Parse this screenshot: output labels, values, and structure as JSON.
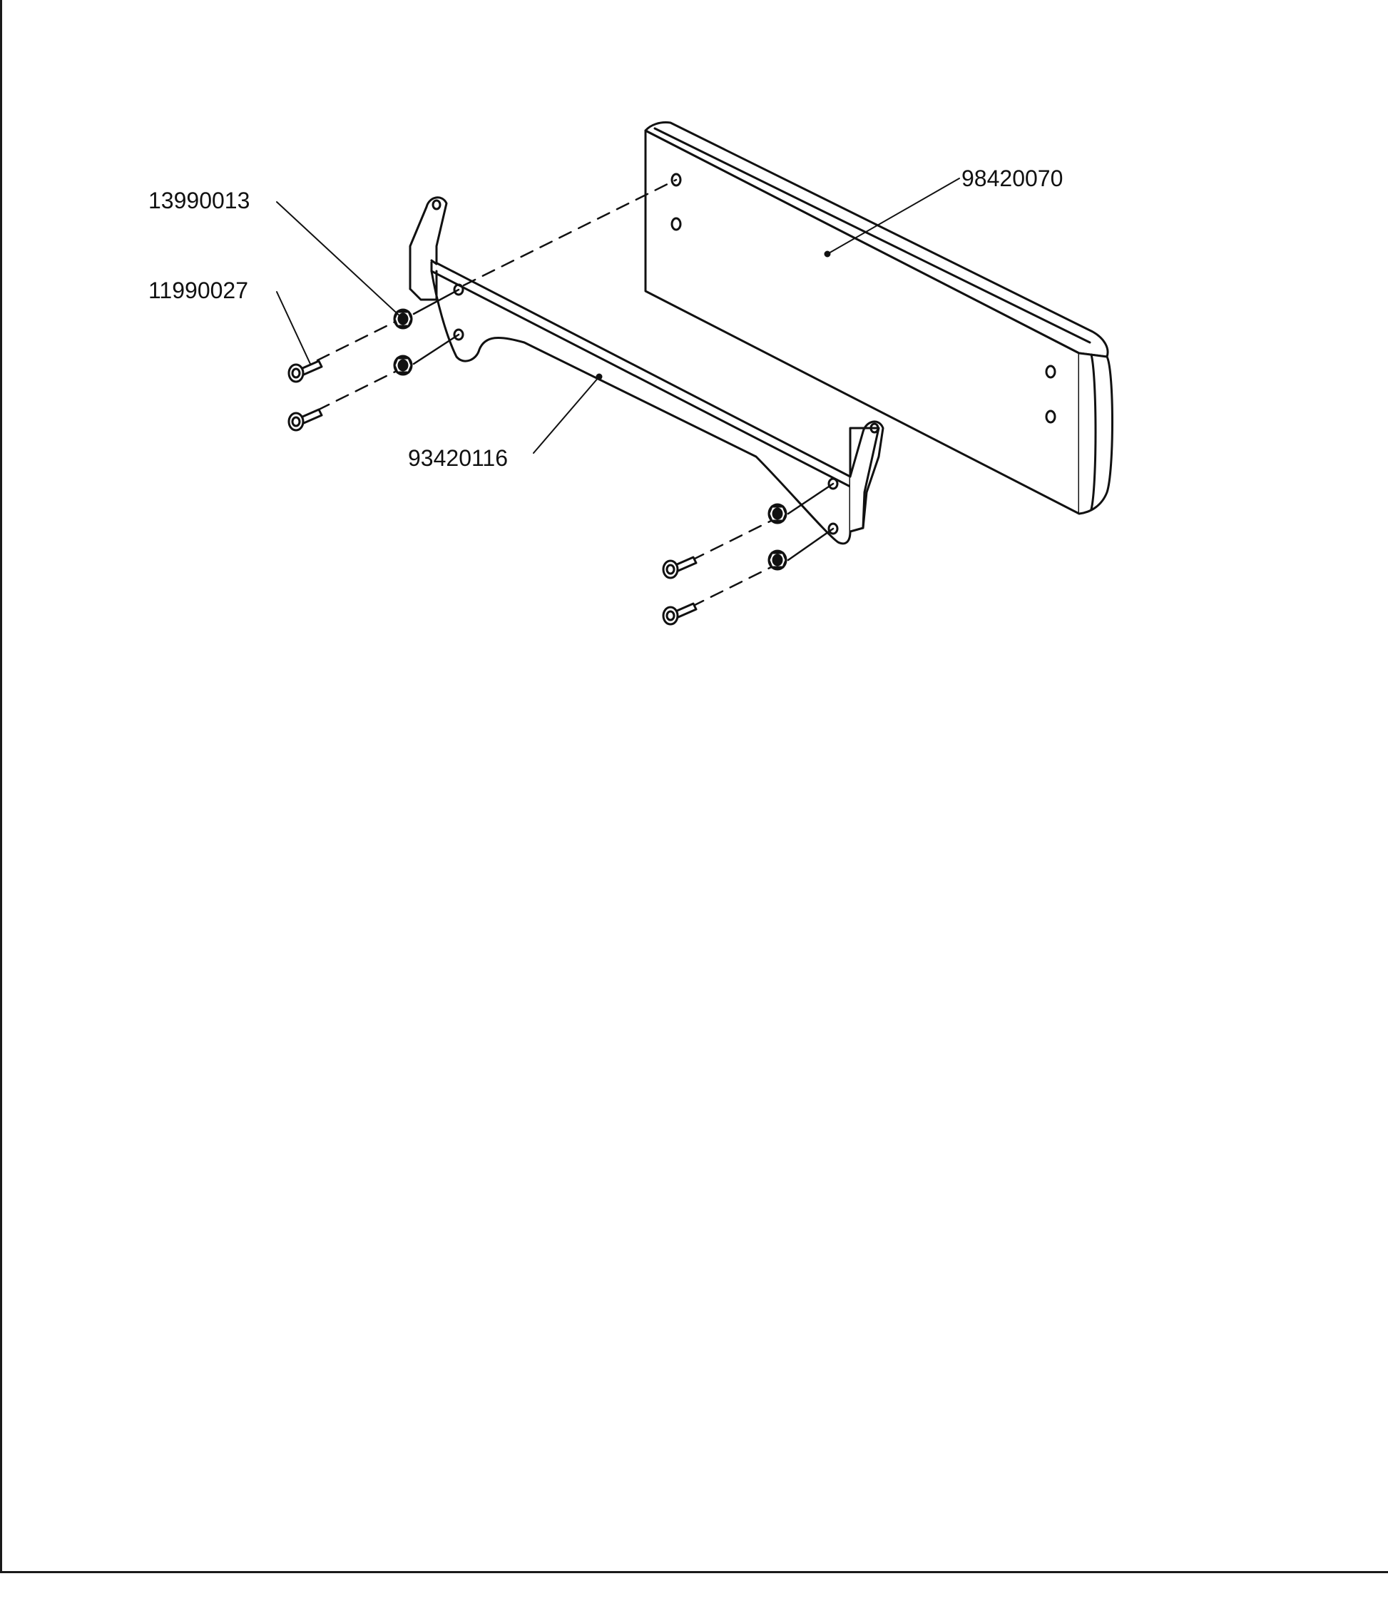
{
  "diagram": {
    "callouts": {
      "panel": "98420070",
      "nut": "13990013",
      "bolt": "11990027",
      "bracket": "93420116"
    }
  }
}
